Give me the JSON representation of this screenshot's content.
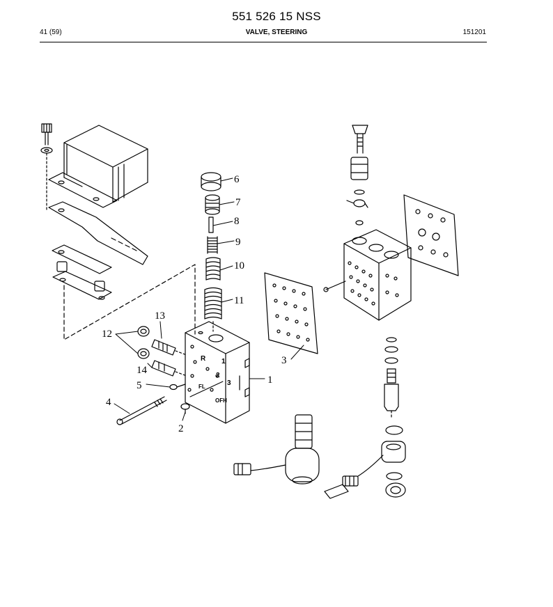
{
  "header": {
    "part_number": "551 526 15 NSS",
    "page": "41 (59)",
    "title": "VALVE, STEERING",
    "date": "151201"
  },
  "diagram": {
    "callouts": [
      "1",
      "2",
      "3",
      "4",
      "5",
      "6",
      "7",
      "8",
      "9",
      "10",
      "11",
      "12",
      "13",
      "14"
    ],
    "block_markings": [
      "R",
      "1",
      "2",
      "3",
      "FL",
      "OFH"
    ]
  }
}
